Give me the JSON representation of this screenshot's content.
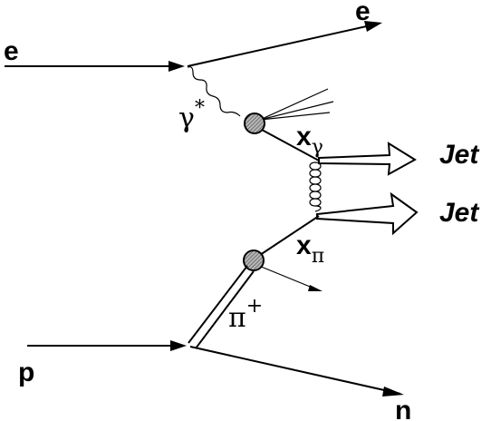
{
  "particles": {
    "electron_in": "e",
    "electron_out": "e",
    "proton": "p",
    "neutron": "n",
    "photon_symbol": "γ",
    "photon_superscript": "*",
    "pion_symbol": "π",
    "pion_superscript": "+"
  },
  "momentum_fractions": {
    "x_gamma_main": "x",
    "x_gamma_sub": "γ",
    "x_pi_main": "x",
    "x_pi_sub": "π"
  },
  "jets": {
    "upper": "Jet",
    "lower": "Jet"
  }
}
